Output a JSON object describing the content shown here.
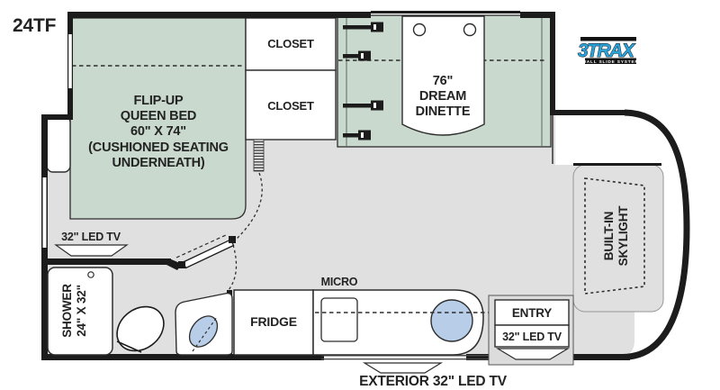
{
  "model": "24TF",
  "logo": {
    "brand": "3TRAX",
    "tagline": "WALL SLIDE SYSTEM"
  },
  "bedroom": {
    "bed_lines": [
      "FLIP-UP",
      "QUEEN BED",
      "60\" X 74\"",
      "(CUSHIONED SEATING",
      "UNDERNEATH)"
    ],
    "tv_label": "32\" LED TV"
  },
  "closets": {
    "top": "CLOSET",
    "bottom": "CLOSET"
  },
  "dinette": {
    "lines": [
      "76\"",
      "DREAM",
      "DINETTE"
    ]
  },
  "front": {
    "skylight_lines": [
      "BUILT-IN",
      "SKYLIGHT"
    ]
  },
  "bathroom": {
    "shower_lines": [
      "SHOWER",
      "24\" X 32\""
    ]
  },
  "kitchen": {
    "fridge": "FRIDGE",
    "micro": "MICRO"
  },
  "entry": {
    "label": "ENTRY",
    "tv_label": "32\" LED TV"
  },
  "exterior": {
    "tv_label": "EXTERIOR 32\" LED TV"
  },
  "colors": {
    "slide_green": "#c9d9cd",
    "floor_gray": "#e0e0e0",
    "sink_blue": "#b7cde8",
    "logo_blue": "#2aa2da",
    "wall_black": "#1c1c1c"
  }
}
